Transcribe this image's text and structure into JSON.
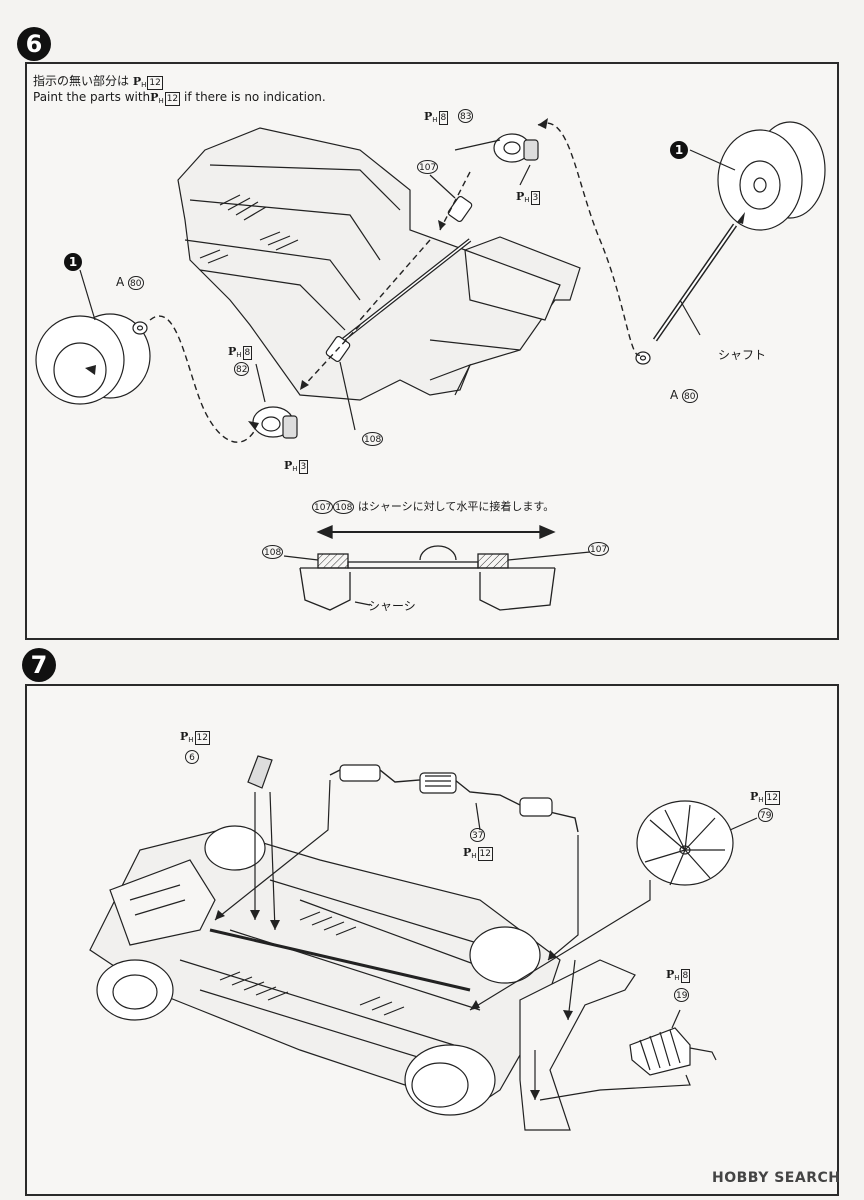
{
  "step6": {
    "badge": "6",
    "note_ja": "指示の無い部分は",
    "note_en_prefix": "Paint the parts with",
    "note_en_suffix": "if there is no indication.",
    "paint_code_main": "12",
    "labels": {
      "p83": "83",
      "ph8_top": "8",
      "p107": "107",
      "ph3_top": "3",
      "wheel1_right": "1",
      "shaft": "シャフト",
      "a80_right_prefix": "A",
      "a80_right": "80",
      "wheel1_left": "1",
      "a80_left_prefix": "A",
      "a80_left": "80",
      "ph8_left": "8",
      "p82": "82",
      "ph3_left": "3",
      "p108": "108"
    },
    "detail": {
      "caption_p107": "107",
      "caption_p108": "108",
      "caption_text": "はシャーシに対して水平に接着します。",
      "left_part": "108",
      "right_part": "107",
      "chassis": "シャーシ"
    }
  },
  "step7": {
    "badge": "7",
    "labels": {
      "ph12_a": "12",
      "p6": "6",
      "p37": "37",
      "ph12_b": "12",
      "ph12_c": "12",
      "p79": "79",
      "ph8": "8",
      "p19": "19"
    }
  },
  "watermark": "HOBBY SEARCH"
}
